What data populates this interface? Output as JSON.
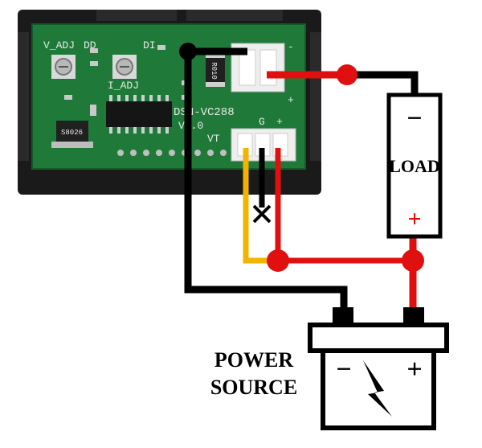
{
  "board": {
    "v_adj": "V_ADJ",
    "i_adj": "I_ADJ",
    "dd": "DD",
    "di": "DI",
    "model": "DSN-VC288",
    "version": "V2.0",
    "vt": "VT",
    "resistor": "R010",
    "chip": "S8026",
    "minus": "-",
    "plus": "+",
    "g": "G",
    "plus_small": "+"
  },
  "load": {
    "label": "LOAD",
    "minus": "−",
    "plus": "+"
  },
  "source": {
    "line1": "POWER",
    "line2": "SOURCE",
    "minus": "−",
    "plus": "+"
  },
  "colors": {
    "board": "#1f7a3a",
    "frame": "#1a1a1a",
    "wire_black": "#000000",
    "wire_red": "#e01010",
    "wire_yellow": "#f2b400",
    "connector": "#eeeeee"
  }
}
